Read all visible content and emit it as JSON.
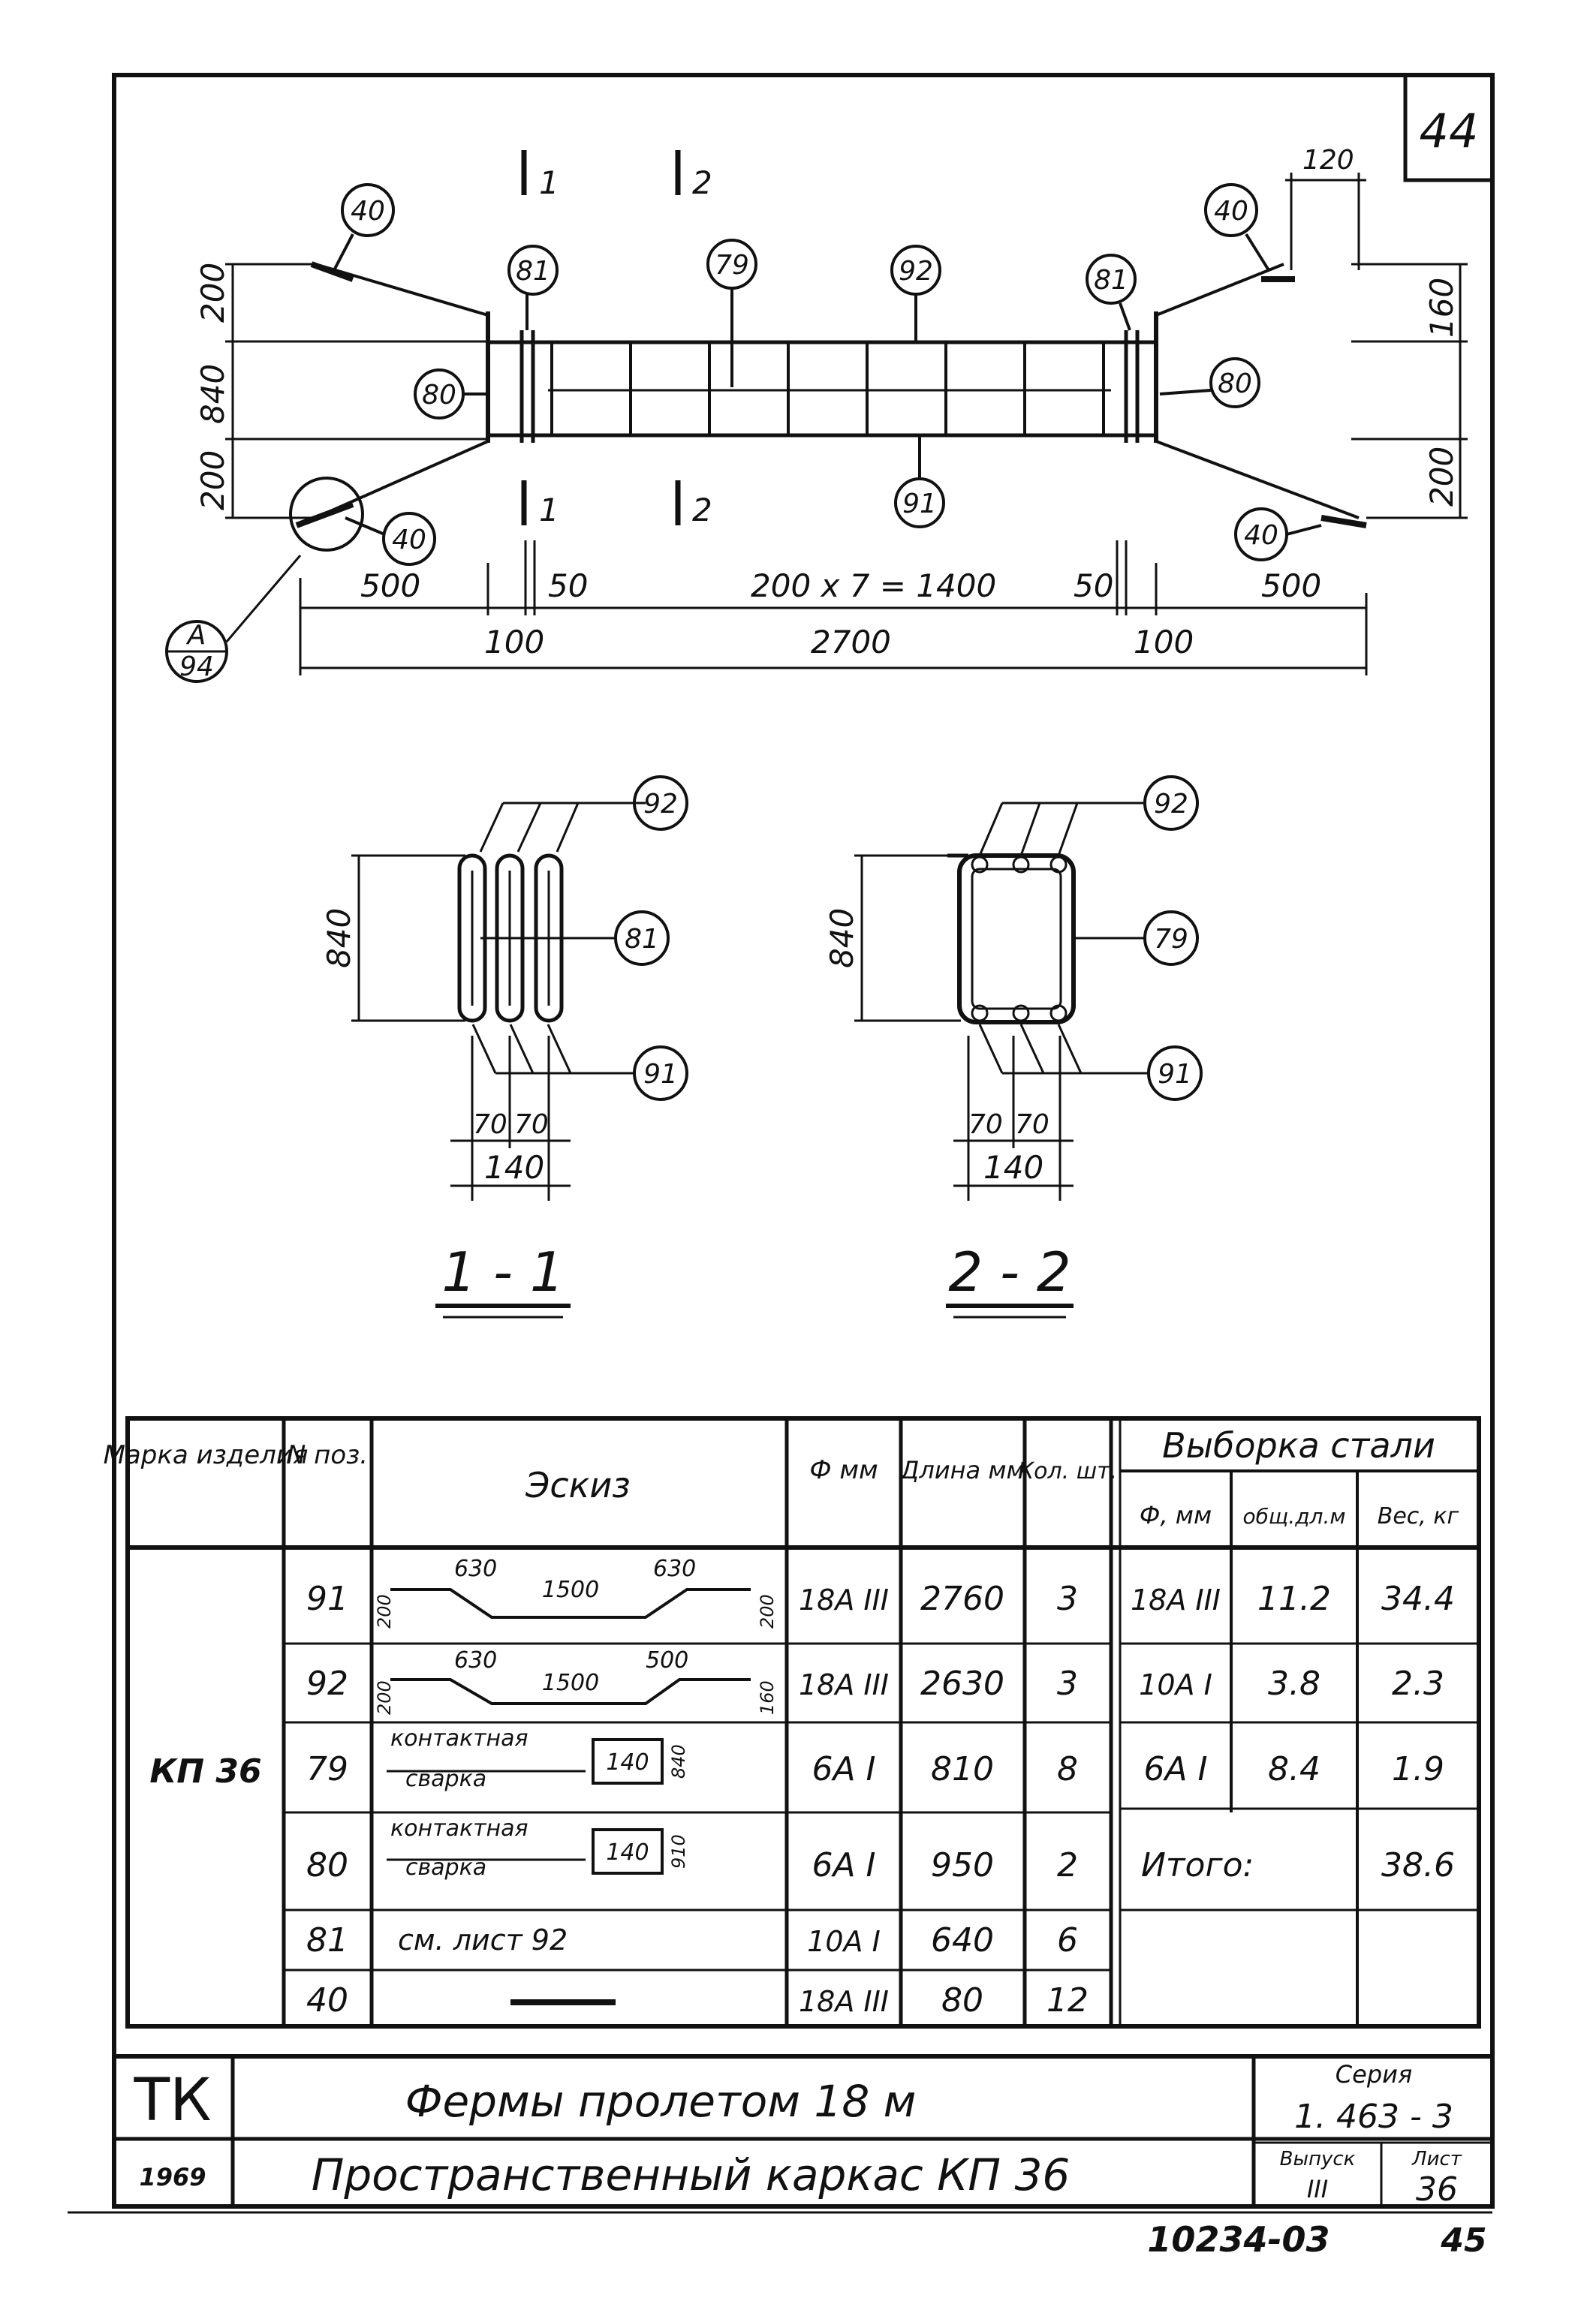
{
  "sheet_number": "44",
  "drawing": {
    "section_marks": [
      "1",
      "2"
    ],
    "bubbles": {
      "left_top": "40",
      "left_bottom": "40",
      "right_top": "40",
      "right_bottom": "40",
      "p81_left": "81",
      "p81_right": "81",
      "p79": "79",
      "p92": "92",
      "p91": "91",
      "p80_left": "80",
      "p80_right": "80"
    },
    "detail_ref": {
      "top": "A",
      "bottom": "94"
    },
    "dims": {
      "left_200_top": "200",
      "left_840": "840",
      "left_200_bottom": "200",
      "right_160": "160",
      "right_200": "200",
      "top_120": "120",
      "d500_left": "500",
      "d50_left": "50",
      "d_span": "200 x 7 = 1400",
      "d50_right": "50",
      "d500_right": "500",
      "d100_left": "100",
      "d2700": "2700",
      "d100_right": "100"
    }
  },
  "sections": {
    "s1": {
      "title": "1 - 1",
      "b92": "92",
      "b81": "81",
      "b91": "91",
      "h": "840",
      "w1": "70",
      "w2": "70",
      "wt": "140"
    },
    "s2": {
      "title": "2 - 2",
      "b92": "92",
      "b79": "79",
      "b91": "91",
      "h": "840",
      "w1": "70",
      "w2": "70",
      "wt": "140"
    }
  },
  "table": {
    "headers": {
      "mark": "Марка изделия",
      "pos": "N поз.",
      "sketch": "Эскиз",
      "dia": "Ф мм",
      "len": "Длина мм",
      "qty": "Кол. шт.",
      "steel": "Выборка стали",
      "s_dia": "Ф, мм",
      "s_len": "общ.дл.м",
      "s_wt": "Вес, кг"
    },
    "mark_value": "КП 36",
    "rows": [
      {
        "pos": "91",
        "dia": "18А III",
        "len": "2760",
        "qty": "3"
      },
      {
        "pos": "92",
        "dia": "18А III",
        "len": "2630",
        "qty": "3"
      },
      {
        "pos": "79",
        "dia": "6А I",
        "len": "810",
        "qty": "8"
      },
      {
        "pos": "80",
        "dia": "6А I",
        "len": "950",
        "qty": "2"
      },
      {
        "pos": "81",
        "dia": "10А I",
        "len": "640",
        "qty": "6"
      },
      {
        "pos": "40",
        "dia": "18А III",
        "len": "80",
        "qty": "12"
      }
    ],
    "sketch91": {
      "a": "630",
      "b": "1500",
      "c": "630",
      "h1": "200",
      "h2": "200"
    },
    "sketch92": {
      "a": "630",
      "b": "1500",
      "c": "500",
      "h1": "200",
      "h2": "160"
    },
    "sketch79": {
      "line1": "контактная",
      "line2": "сварка",
      "box": "140",
      "h": "840"
    },
    "sketch80": {
      "line1": "контактная",
      "line2": "сварка",
      "box": "140",
      "h": "910"
    },
    "sketch81": "см. лист 92",
    "steel_rows": [
      {
        "dia": "18А III",
        "len": "11.2",
        "wt": "34.4"
      },
      {
        "dia": "10А I",
        "len": "3.8",
        "wt": "2.3"
      },
      {
        "dia": "6А I",
        "len": "8.4",
        "wt": "1.9"
      }
    ],
    "total_label": "Итого:",
    "total_value": "38.6"
  },
  "title_block": {
    "org": "ТК",
    "year": "1969",
    "title1": "Фермы пролетом 18 м",
    "title2": "Пространственный каркас КП 36",
    "series_label": "Серия",
    "series_value": "1. 463 - 3",
    "issue_label": "Выпуск",
    "issue_value": "III",
    "sheet_label": "Лист",
    "sheet_value": "36"
  },
  "footer": {
    "code": "10234-03",
    "page": "45"
  }
}
